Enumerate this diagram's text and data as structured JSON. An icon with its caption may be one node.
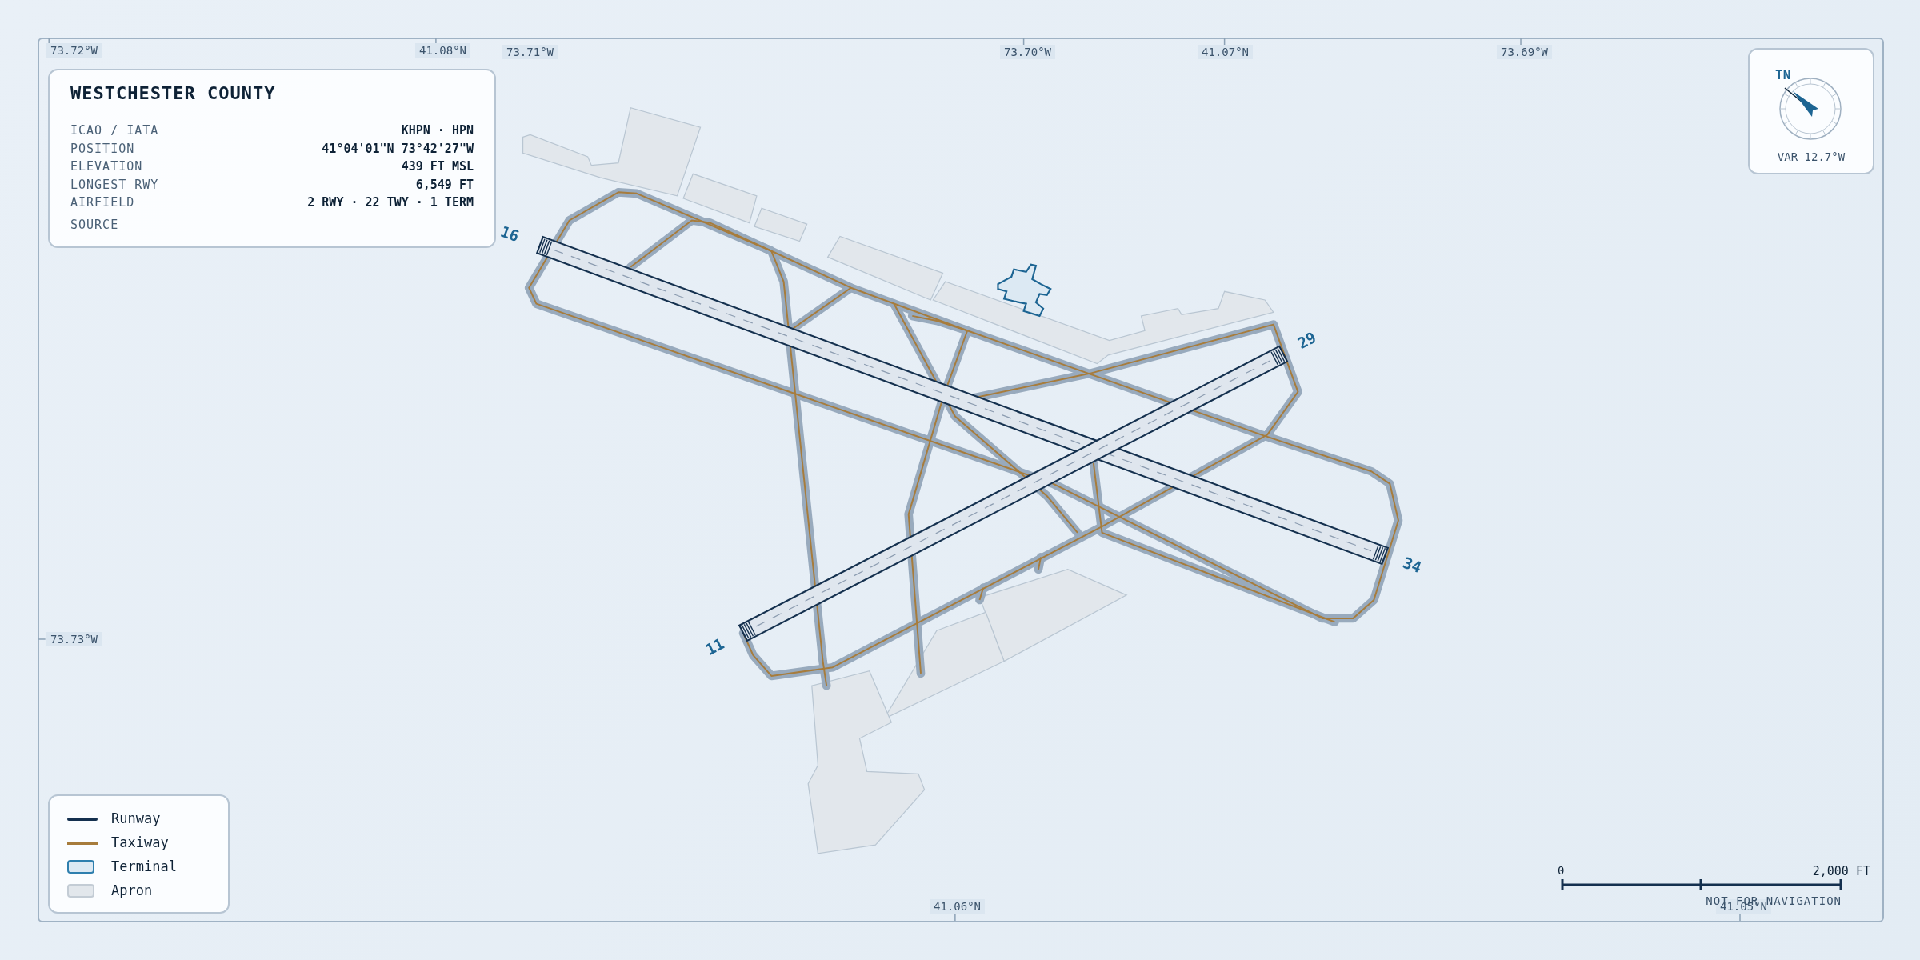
{
  "diagram": {
    "title": "WESTCHESTER COUNTY",
    "labels": [
      "73.72°W",
      "41.08°N",
      "73.71°W",
      "73.70°W",
      "41.07°N",
      "73.69°W",
      "ICAO / IATA",
      "KHPN · HPN",
      "POSITION",
      "41°04'01\"N 73°42'27\"W",
      "ELEVATION",
      "439 FT MSL",
      "LONGEST RWY",
      "6,549 FT",
      "AIRFIELD",
      "2 RWY · 22 TWY · 1 TERM",
      "SOURCE",
      "TN",
      "VAR 12.7°W",
      "16",
      "29",
      "34",
      "73.73°W",
      "11",
      "0",
      "2,000 FT",
      "NOT FOR NAVIGATION",
      "41.06°N",
      "41.05°N"
    ],
    "legend": [
      {
        "text": "Runway"
      },
      {
        "text": "Taxiway"
      },
      {
        "text": "Terminal",
        "color": "#dce9f3"
      },
      {
        "text": "Apron",
        "color": "#e2e7ec"
      }
    ]
  }
}
